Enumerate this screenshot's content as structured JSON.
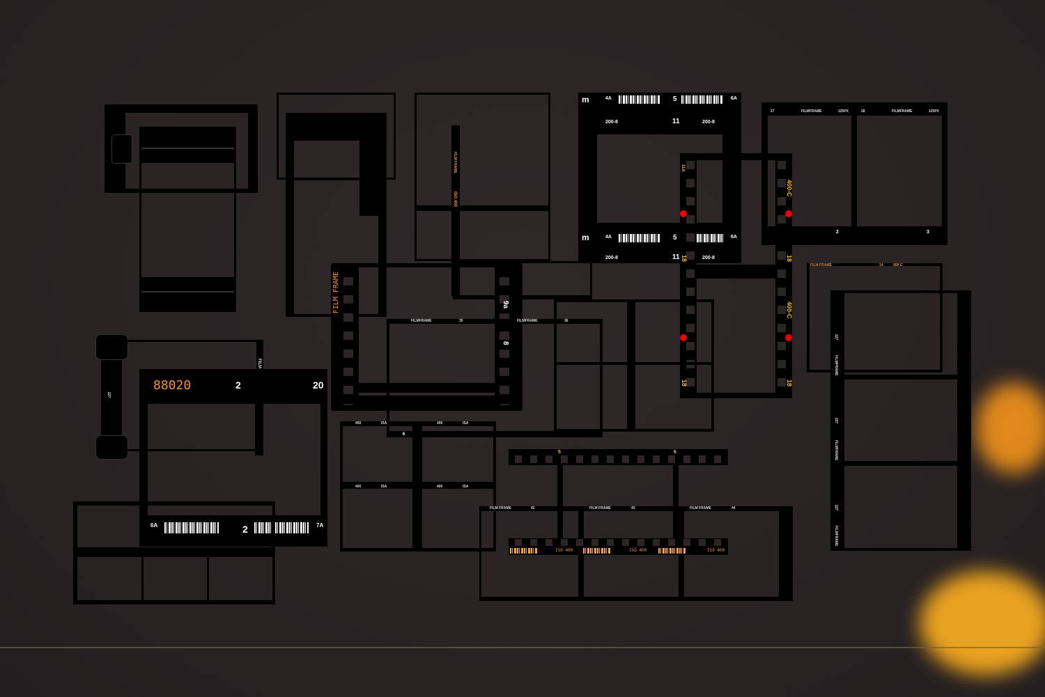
{
  "colors": {
    "background": "#2b2526",
    "frame": "#000000",
    "accent_orange": "#f0922b",
    "accent_yellow": "#f5b82a",
    "marker_red": "#e00000"
  },
  "large_frame": {
    "top_left": "4A",
    "top_mid": "5",
    "top_right": "6A",
    "row2_left": "200-8",
    "row2_mid": "11",
    "row2_right": "200-8",
    "bottom_left": "4A",
    "bottom_mid": "5",
    "bottom_right": "6A",
    "bottom_row2_left": "200-8",
    "bottom_row2_mid": "11",
    "bottom_row2_right": "200-8"
  },
  "vertical_strip": {
    "iso_top": "400-C",
    "iso_bottom": "400-C",
    "num_a": "18",
    "num_b": "18",
    "num_c": "18",
    "num_d": "18",
    "mark": "11A"
  },
  "two_frame": {
    "frame1_num": "17",
    "frame1_brand": "FILMFRAME",
    "frame1_code": "125PX",
    "frame2_num": "18",
    "frame2_brand": "FILMFRAME",
    "frame2_code": "125PX",
    "frame1_counter": "2",
    "frame2_counter": "3"
  },
  "counter_frame": {
    "code": "88020",
    "mid": "2",
    "right": "20",
    "bottom_left": "6A",
    "bottom_mid": "2",
    "bottom_right": "7A"
  },
  "roll": {
    "side_label": "FILM",
    "core_label": "227"
  },
  "mid_strip": {
    "side_label": "FILM FRAME",
    "num_a": "9a",
    "num_b": "8"
  },
  "mid_frames": {
    "brand_a": "FILMFRAME",
    "num_a": "35",
    "brand_b": "FILMFRAME",
    "num_b": "36",
    "counter": "6"
  },
  "top_strip": {
    "iso": "ISO 400",
    "label": "FILM FRAME"
  },
  "grid4": {
    "a": "400",
    "b": "ISA",
    "c": "400",
    "d": "ISA",
    "e": "400",
    "f": "ISA",
    "g": "400",
    "h": "ISA"
  },
  "orange_strip": {
    "num_a": "5",
    "num_b": "6",
    "iso_a": "ISO 400",
    "iso_b": "ISO 400",
    "iso_c": "ISO 400"
  },
  "wide_frames": {
    "brand_a": "FILM FRAME",
    "num_a": "42",
    "brand_b": "FILM FRAME",
    "num_b": "43",
    "brand_c": "FILM FRAME",
    "num_c": "44"
  },
  "right_strip": {
    "label_a": "227",
    "label_b": "227",
    "label_c": "227",
    "brand_a": "FILMFRAME",
    "brand_b": "FILMFRAME",
    "brand_c": "FILMFRAME"
  },
  "outline_frame": {
    "brand": "FILM FRAME",
    "num": "14",
    "iso": "400-C"
  }
}
